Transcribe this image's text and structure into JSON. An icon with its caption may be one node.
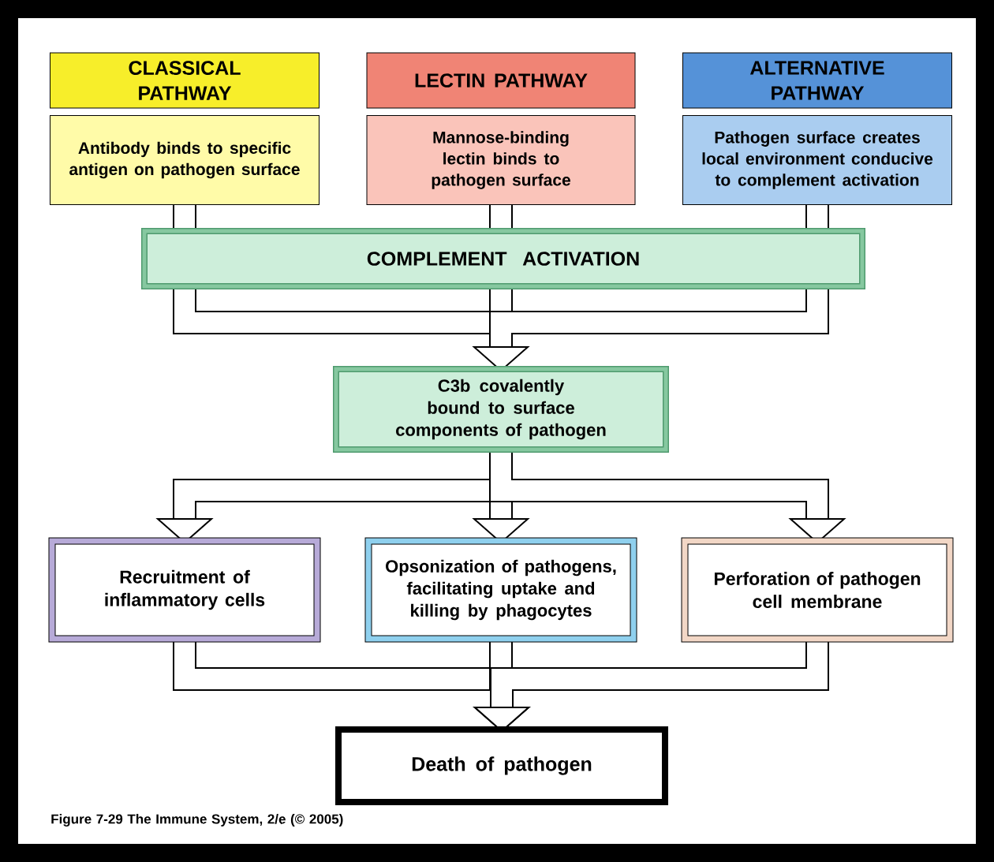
{
  "diagram": {
    "caption": "Figure 7-29 The Immune System, 2/e (© 2005)",
    "nodes": [
      {
        "text": [
          "CLASSICAL PATHWAY"
        ]
      },
      {
        "text": [
          "Antibody binds to specific antigen on pathogen surface"
        ]
      },
      {
        "text": [
          "LECTIN PATHWAY"
        ]
      },
      {
        "text": [
          "Mannose-binding lectin binds to pathogen surface"
        ]
      },
      {
        "text": [
          "ALTERNATIVE PATHWAY"
        ]
      },
      {
        "text": [
          "Pathogen surface creates local environment conducive to complement activation"
        ]
      },
      {
        "text": [
          "COMPLEMENT ACTIVATION"
        ]
      },
      {
        "text": [
          "C3b covalently bound to surface components of pathogen"
        ]
      },
      {
        "text": [
          "Recruitment of inflammatory cells"
        ]
      },
      {
        "text": [
          "Opsonization of pathogens, facilitating uptake and killing by phagocytes"
        ]
      },
      {
        "text": [
          "Perforation of pathogen cell membrane"
        ]
      },
      {
        "text": [
          "Death of pathogen"
        ]
      }
    ],
    "edges": [
      {
        "from": 1,
        "to": 6,
        "arrow": "none"
      },
      {
        "from": 3,
        "to": 6,
        "arrow": "none"
      },
      {
        "from": 5,
        "to": 6,
        "arrow": "none"
      },
      {
        "from": 6,
        "to": 7,
        "arrow": "to"
      },
      {
        "from": 7,
        "to": 8,
        "arrow": "to"
      },
      {
        "from": 7,
        "to": 9,
        "arrow": "to"
      },
      {
        "from": 7,
        "to": 10,
        "arrow": "to"
      },
      {
        "from": 8,
        "to": 11,
        "arrow": "to"
      },
      {
        "from": 9,
        "to": 11,
        "arrow": "to"
      },
      {
        "from": 10,
        "to": 11,
        "arrow": "to"
      }
    ]
  }
}
